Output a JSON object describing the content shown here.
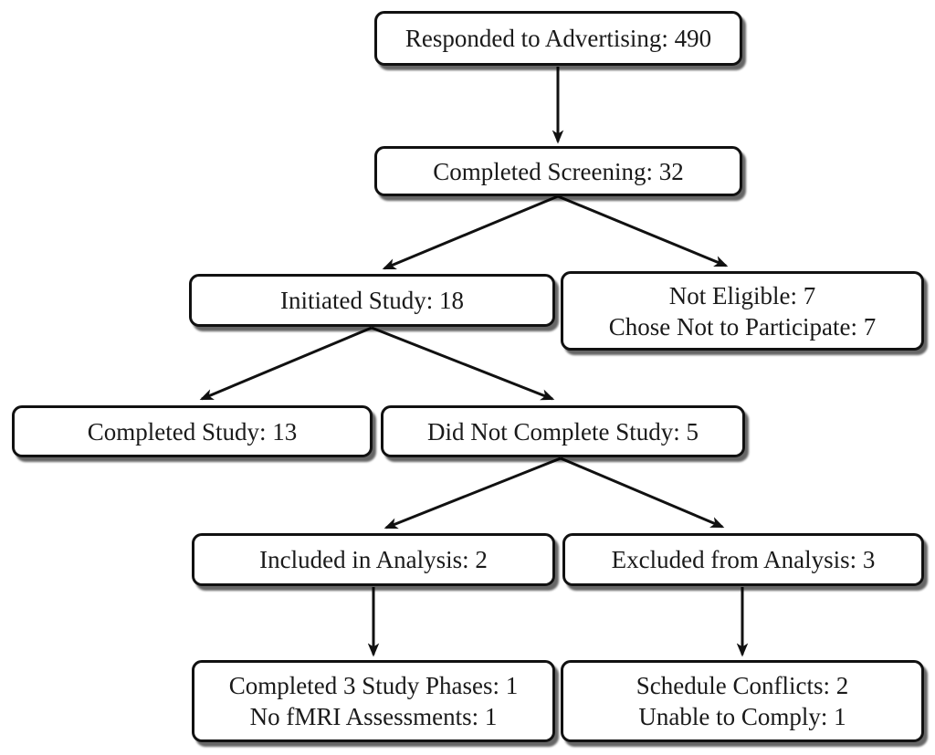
{
  "diagram": {
    "type": "flowchart",
    "background": "#ffffff",
    "box_style": {
      "border_color": "#111111",
      "fill_color": "#ffffff",
      "text_color": "#1a1a1a",
      "shadow_color": "rgba(0,0,0,0.6)",
      "arrow_color": "#111111"
    },
    "nodes": {
      "responded": {
        "label": "Responded to Advertising: 490"
      },
      "screening": {
        "label": "Completed Screening: 32"
      },
      "initiated": {
        "label": "Initiated Study: 18"
      },
      "not_eligible": {
        "line1": "Not Eligible: 7",
        "line2": "Chose Not to Participate: 7"
      },
      "completed_study": {
        "label": "Completed Study: 13"
      },
      "did_not_complete": {
        "label": "Did Not Complete Study: 5"
      },
      "included": {
        "label": "Included in Analysis: 2"
      },
      "excluded": {
        "label": "Excluded from Analysis: 3"
      },
      "completed_phases": {
        "line1": "Completed 3 Study Phases: 1",
        "line2": "No fMRI Assessments: 1"
      },
      "schedule_conflicts": {
        "line1": "Schedule Conflicts: 2",
        "line2": "Unable to Comply: 1"
      }
    },
    "edges": [
      {
        "from": "responded",
        "to": "screening"
      },
      {
        "from": "screening",
        "to": "initiated"
      },
      {
        "from": "screening",
        "to": "not_eligible"
      },
      {
        "from": "initiated",
        "to": "completed_study"
      },
      {
        "from": "initiated",
        "to": "did_not_complete"
      },
      {
        "from": "did_not_complete",
        "to": "included"
      },
      {
        "from": "did_not_complete",
        "to": "excluded"
      },
      {
        "from": "included",
        "to": "completed_phases"
      },
      {
        "from": "excluded",
        "to": "schedule_conflicts"
      }
    ]
  }
}
